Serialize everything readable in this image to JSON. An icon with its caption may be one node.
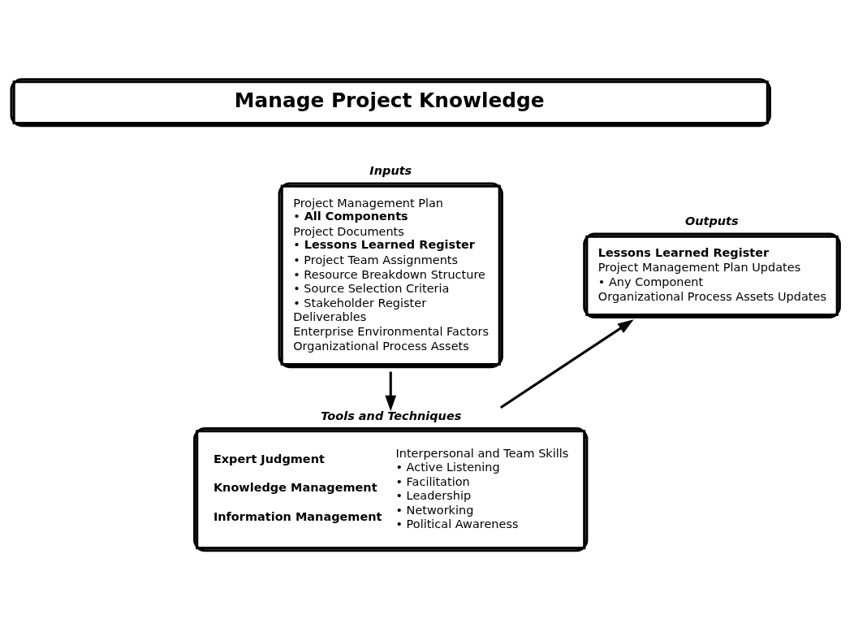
{
  "diagram": {
    "nodes": [
      {
        "text": [
          "Manage Project Knowledge"
        ]
      },
      {
        "text": [
          "Inputs",
          "Project Management Plan",
          "• **All Components**",
          "Project Documents",
          "• **Lessons Learned Register**",
          "• Project Team Assignments",
          "• Resource Breakdown Structure",
          "• Source Selection Criteria",
          "• Stakeholder Register",
          "Deliverables",
          "Enterprise Environmental Factors",
          "Organizational Process Assets"
        ]
      },
      {
        "text": [
          "Outputs",
          "**Lessons Learned Register**",
          "Project Management Plan Updates",
          "• Any Component",
          "Organizational Process Assets Updates"
        ]
      },
      {
        "text": [
          "Tools and Techniques",
          "**Expert Judgment**",
          "**Knowledge Management**",
          "**Information Management**",
          "Interpersonal and Team Skills",
          "• Active Listening",
          "• Facilitation",
          "• Leadership",
          "• Networking",
          "• Political Awareness"
        ]
      }
    ],
    "edges": [
      {
        "from": 1,
        "to": 3,
        "arrow": "to"
      },
      {
        "from": 3,
        "to": 2,
        "arrow": "to"
      }
    ]
  }
}
